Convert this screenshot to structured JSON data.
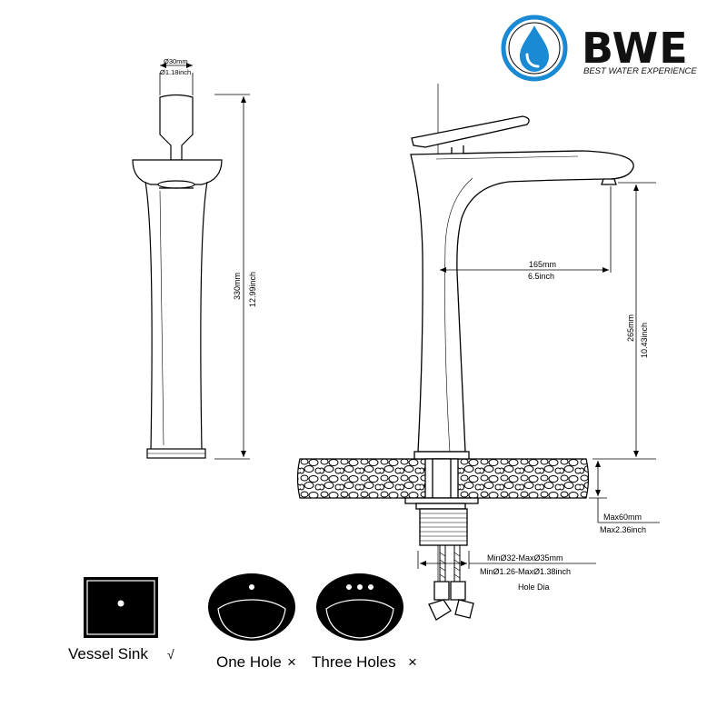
{
  "logo": {
    "brand": "BWE",
    "tagline": "BEST WATER EXPERIENCE",
    "accent_color": "#1a8ad4",
    "dark_color": "#111111"
  },
  "side_view": {
    "diameter_mm": "Ø30mm",
    "diameter_inch": "Ø1.18inch",
    "height_mm": "330mm",
    "height_inch": "12.99inch"
  },
  "front_view": {
    "reach_mm": "165mm",
    "reach_inch": "6.5inch",
    "spout_height_mm": "265mm",
    "spout_height_inch": "10.43inch",
    "deck_max_mm": "Max60mm",
    "deck_max_inch": "Max2.36inch",
    "hole_mm": "MinØ32-MaxØ35mm",
    "hole_inch": "MinØ1.26-MaxØ1.38inch",
    "hole_label": "Hole Dia"
  },
  "sink_options": [
    {
      "label": "Vessel Sink",
      "mark": "√",
      "icon": "rect-sink-one-hole-icon"
    },
    {
      "label": "One Hole",
      "mark": "×",
      "icon": "oval-sink-one-hole-icon"
    },
    {
      "label": "Three Holes",
      "mark": "×",
      "icon": "oval-sink-three-holes-icon"
    }
  ]
}
